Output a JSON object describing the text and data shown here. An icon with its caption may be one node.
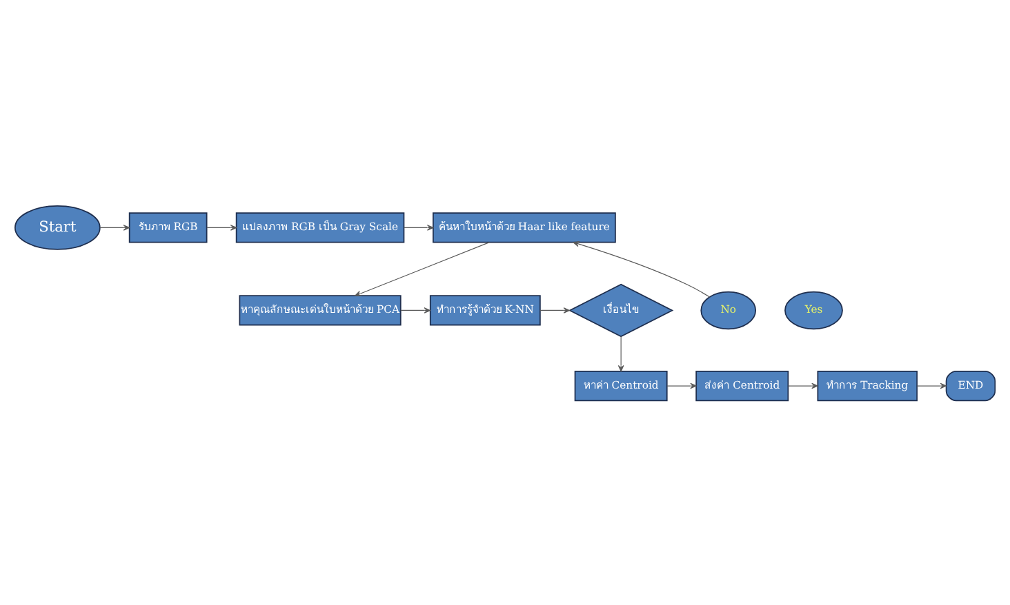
{
  "diagram": {
    "nodes": [
      {
        "text": [
          "Start"
        ]
      },
      {
        "text": [
          "รับภาพ RGB"
        ]
      },
      {
        "text": [
          "แปลงภาพ RGB เป็น Gray Scale"
        ]
      },
      {
        "text": [
          "ค้นหาใบหน้าด้วย Haar like feature"
        ]
      },
      {
        "text": [
          "Yes"
        ]
      },
      {
        "text": [
          "เงื่อนไข"
        ]
      },
      {
        "text": [
          "No"
        ]
      },
      {
        "text": [
          "ทำการรู้จำด้วย K-NN"
        ]
      },
      {
        "text": [
          "หาคุณลักษณะเด่นใบหน้าด้วย PCA"
        ]
      },
      {
        "text": [
          "หาค่า Centroid"
        ]
      },
      {
        "text": [
          "ส่งค่า Centroid"
        ]
      },
      {
        "text": [
          "ทำการ Tracking"
        ]
      },
      {
        "text": [
          "END"
        ]
      }
    ],
    "edges": [
      {
        "from": 0,
        "to": 1,
        "arrow": "to"
      },
      {
        "from": 1,
        "to": 2,
        "arrow": "to"
      },
      {
        "from": 2,
        "to": 3,
        "arrow": "to"
      },
      {
        "from": 3,
        "to": 8,
        "arrow": "to"
      },
      {
        "from": 8,
        "to": 7,
        "arrow": "to"
      },
      {
        "from": 7,
        "to": 5,
        "arrow": "to"
      },
      {
        "from": 6,
        "to": 3,
        "arrow": "to"
      },
      {
        "from": 5,
        "to": 9,
        "arrow": "to"
      },
      {
        "from": 9,
        "to": 10,
        "arrow": "to"
      },
      {
        "from": 10,
        "to": 11,
        "arrow": "to"
      },
      {
        "from": 11,
        "to": 12,
        "arrow": "to"
      }
    ]
  }
}
